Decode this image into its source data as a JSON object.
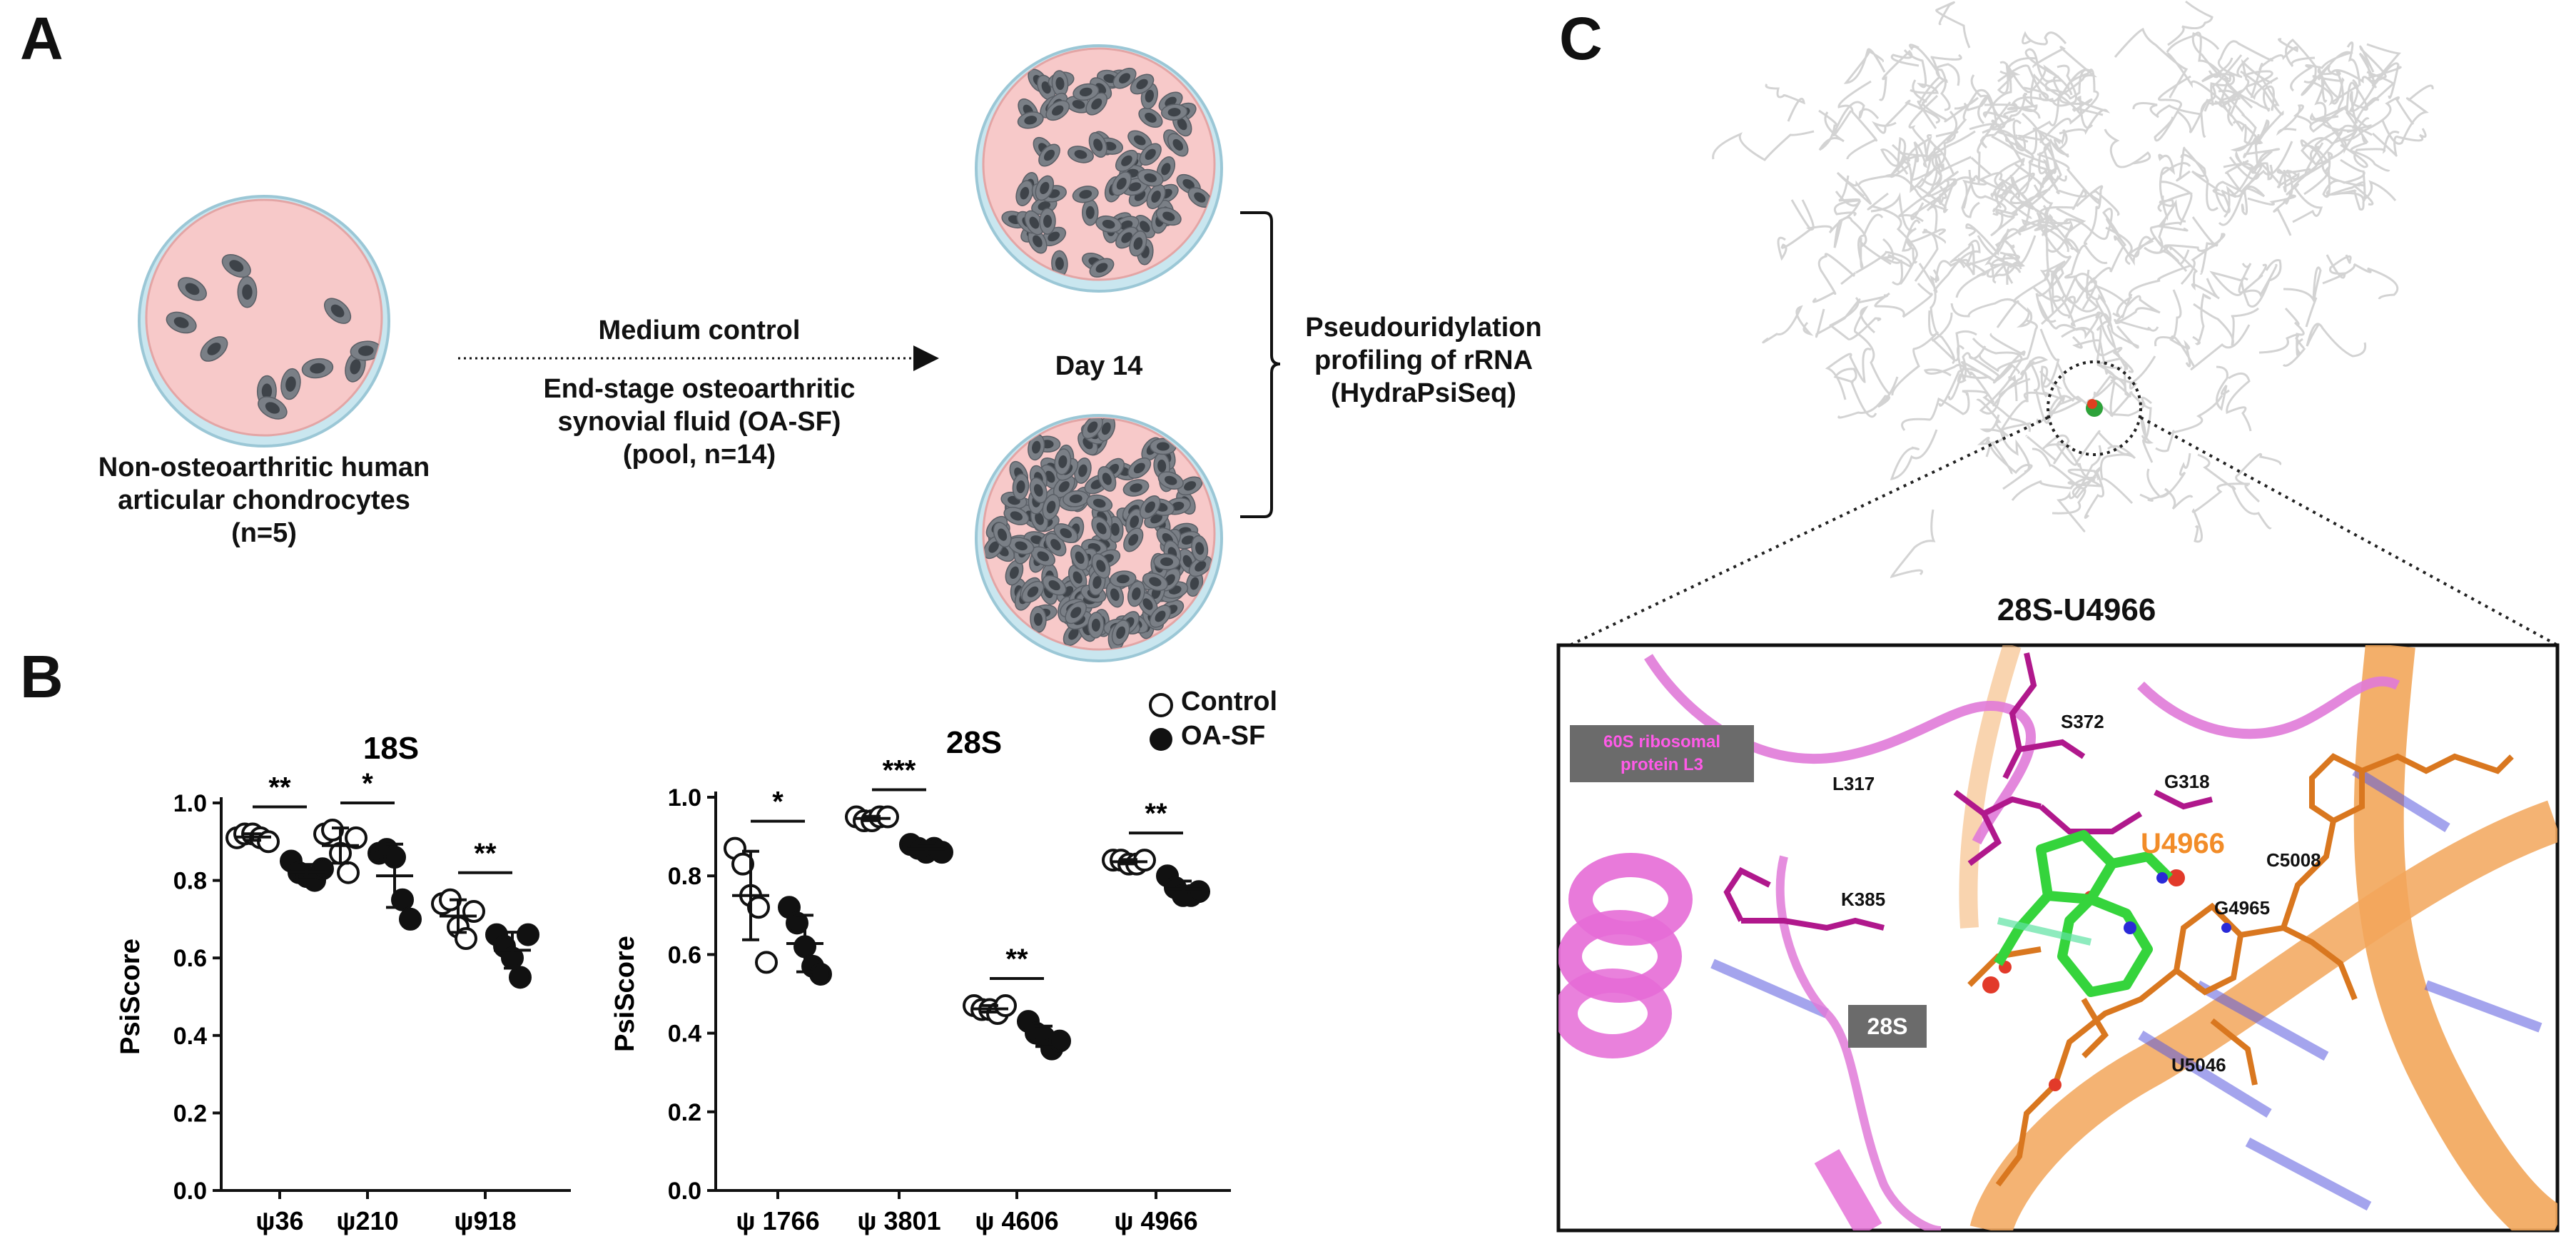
{
  "panels": {
    "a": "A",
    "b": "B",
    "c": "C"
  },
  "panel_a": {
    "cells_label": [
      "Non-osteoarthritic human",
      "articular chondrocytes",
      "(n=5)"
    ],
    "arrow_top": "Medium control",
    "arrow_bottom": [
      "End-stage osteoarthritic",
      "synovial fluid (OA-SF)",
      "(pool, n=14)"
    ],
    "day_label": "Day 14",
    "result_label": [
      "Pseudouridylation",
      "profiling of rRNA",
      "(HydraPsiSeq)"
    ]
  },
  "panel_c": {
    "title": "28S-U4966",
    "protein_label": [
      "60S ribosomal",
      "protein L3"
    ],
    "rrna_label": "28S",
    "target_label": "U4966",
    "residues": [
      "S372",
      "L317",
      "G318",
      "K385",
      "C5008",
      "G4965",
      "U5046"
    ]
  },
  "colors": {
    "dish_fill": "#f7c9c9",
    "dish_rim": "#b8dce6",
    "cell": "#7a7f86",
    "nucleus": "#3e4349",
    "protein": "#e060d0",
    "rrna": "#f2a65a",
    "ligand": "#39d43f",
    "target_text": "#f28c28",
    "label_box": "#6b6b6b"
  },
  "legend": {
    "control": "Control",
    "oasf": "OA-SF"
  },
  "chart_data": [
    {
      "type": "scatter",
      "title": "18S",
      "ylabel": "PsiScore",
      "ylim": [
        0,
        1.0
      ],
      "yticks": [
        "0.0",
        "0.2",
        "0.4",
        "0.6",
        "0.8",
        "1.0"
      ],
      "categories": [
        "ψ36",
        "ψ210",
        "ψ918"
      ],
      "significance": [
        "**",
        "*",
        "**"
      ],
      "series": [
        {
          "name": "Control",
          "values": [
            [
              0.91,
              0.92,
              0.92,
              0.91,
              0.9
            ],
            [
              0.92,
              0.93,
              0.87,
              0.82,
              0.91
            ],
            [
              0.74,
              0.75,
              0.68,
              0.65,
              0.72
            ]
          ]
        },
        {
          "name": "OA-SF",
          "values": [
            [
              0.85,
              0.82,
              0.81,
              0.8,
              0.83
            ],
            [
              0.87,
              0.88,
              0.86,
              0.75,
              0.7
            ],
            [
              0.66,
              0.63,
              0.6,
              0.55,
              0.66
            ]
          ]
        }
      ]
    },
    {
      "type": "scatter",
      "title": "28S",
      "ylabel": "PsiScore",
      "ylim": [
        0,
        1.0
      ],
      "yticks": [
        "0.0",
        "0.2",
        "0.4",
        "0.6",
        "0.8",
        "1.0"
      ],
      "categories": [
        "ψ 1766",
        "ψ 3801",
        "ψ 4606",
        "ψ 4966"
      ],
      "significance": [
        "*",
        "***",
        "**",
        "**"
      ],
      "series": [
        {
          "name": "Control",
          "values": [
            [
              0.87,
              0.83,
              0.75,
              0.72,
              0.58
            ],
            [
              0.95,
              0.94,
              0.94,
              0.95,
              0.95
            ],
            [
              0.47,
              0.46,
              0.46,
              0.45,
              0.47
            ],
            [
              0.84,
              0.84,
              0.83,
              0.83,
              0.84
            ]
          ]
        },
        {
          "name": "OA-SF",
          "values": [
            [
              0.72,
              0.68,
              0.62,
              0.57,
              0.55
            ],
            [
              0.88,
              0.87,
              0.86,
              0.87,
              0.86
            ],
            [
              0.43,
              0.4,
              0.39,
              0.36,
              0.38
            ],
            [
              0.8,
              0.77,
              0.75,
              0.75,
              0.76
            ]
          ]
        }
      ]
    }
  ]
}
